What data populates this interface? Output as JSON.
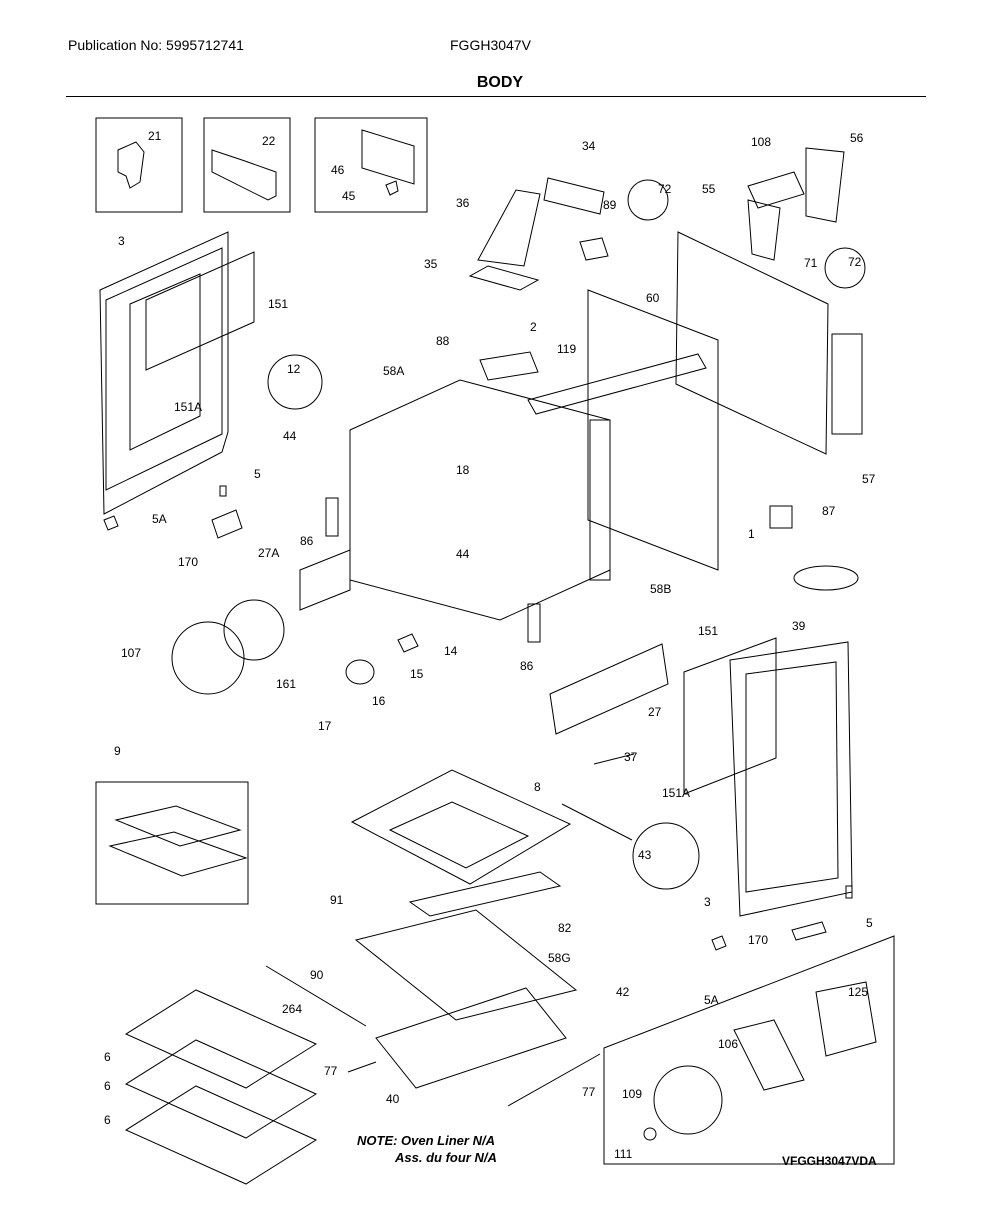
{
  "header": {
    "publication": "Publication No: 5995712741",
    "model": "FGGH3047V",
    "title": "BODY"
  },
  "note": {
    "line1": "NOTE: Oven Liner N/A",
    "line2": "Ass. du four N/A"
  },
  "diagram_code": "VFGGH3047VDA",
  "parts": {
    "p21": "21",
    "p22": "22",
    "p46": "46",
    "p45": "45",
    "p34": "34",
    "p36": "36",
    "p89": "89",
    "p35": "35",
    "p108": "108",
    "p56": "56",
    "p55": "55",
    "p72a": "72",
    "p72b": "72",
    "p71": "71",
    "p3a": "3",
    "p151a": "151",
    "p151Aa": "151A",
    "p12": "12",
    "p44a": "44",
    "p88": "88",
    "p58A": "58A",
    "p2": "2",
    "p119": "119",
    "p60": "60",
    "p18": "18",
    "p57": "57",
    "p5a": "5",
    "p5Aa": "5A",
    "p170a": "170",
    "p86a": "86",
    "p44b": "44",
    "p87": "87",
    "p1": "1",
    "p27A": "27A",
    "p58B": "58B",
    "p39": "39",
    "p107": "107",
    "p161": "161",
    "p14": "14",
    "p15": "15",
    "p16": "16",
    "p17": "17",
    "p86b": "86",
    "p151b": "151",
    "p27": "27",
    "p37": "37",
    "p151Ab": "151A",
    "p9": "9",
    "p8": "8",
    "p43": "43",
    "p82": "82",
    "p3b": "3",
    "p5b": "5",
    "p170b": "170",
    "p5Ab": "5A",
    "p91": "91",
    "p58G": "58G",
    "p42": "42",
    "p90": "90",
    "p264": "264",
    "p125": "125",
    "p106": "106",
    "p6a": "6",
    "p6b": "6",
    "p6c": "6",
    "p77a": "77",
    "p40": "40",
    "p77b": "77",
    "p109": "109",
    "p111": "111"
  }
}
